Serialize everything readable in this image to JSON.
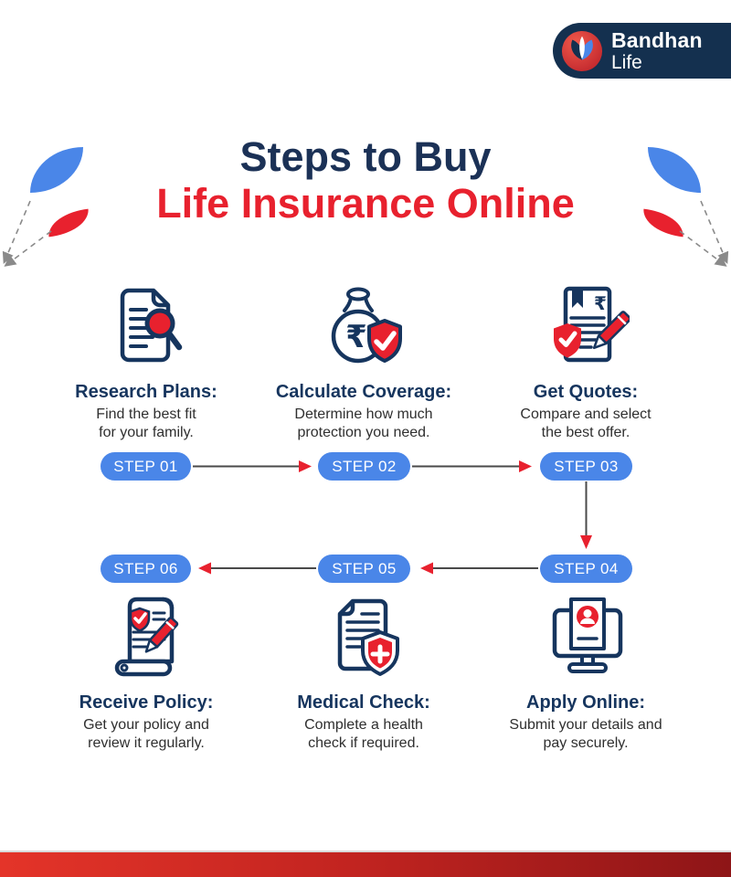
{
  "brand": {
    "line1": "Bandhan",
    "line2": "Life"
  },
  "header": {
    "line1": "Steps to Buy",
    "line2": "Life Insurance Online"
  },
  "steps": [
    {
      "pill": "STEP 01",
      "icon": "document-magnifier-icon",
      "title": "Research Plans:",
      "desc1": "Find the best fit",
      "desc2": "for your family."
    },
    {
      "pill": "STEP 02",
      "icon": "money-bag-shield-icon",
      "title": "Calculate Coverage:",
      "desc1": "Determine how much",
      "desc2": "protection you need."
    },
    {
      "pill": "STEP 03",
      "icon": "quote-document-pencil-icon",
      "title": "Get Quotes:",
      "desc1": "Compare and select",
      "desc2": "the best offer."
    },
    {
      "pill": "STEP 04",
      "icon": "computer-monitor-apply-icon",
      "title": "Apply Online:",
      "desc1": "Submit your details and",
      "desc2": "pay securely."
    },
    {
      "pill": "STEP 05",
      "icon": "medical-document-shield-icon",
      "title": "Medical Check:",
      "desc1": "Complete a health",
      "desc2": "check if required."
    },
    {
      "pill": "STEP 06",
      "icon": "policy-scroll-pencil-icon",
      "title": "Receive Policy:",
      "desc1": "Get your policy and",
      "desc2": "review it regularly."
    }
  ],
  "colors": {
    "navy": "#16355e",
    "brand_navy": "#14304f",
    "red": "#e8212e",
    "pill_blue": "#4a86e8",
    "footer_gradient_start": "#e43429",
    "footer_gradient_end": "#8e1517"
  }
}
